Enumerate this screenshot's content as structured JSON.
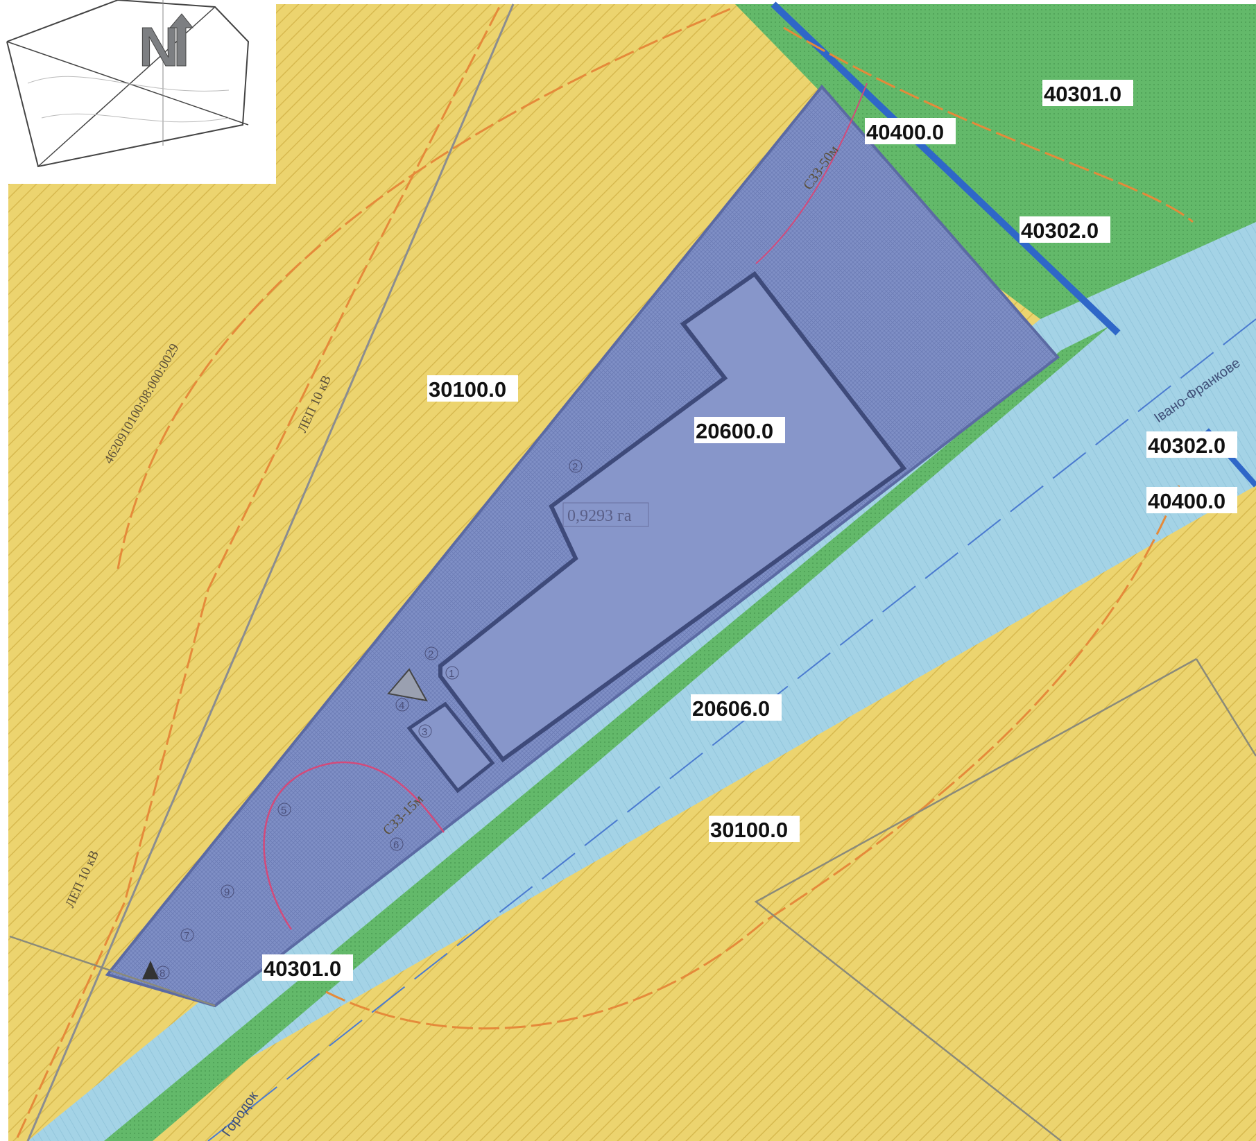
{
  "map": {
    "zone_labels": [
      "30100.0",
      "20600.0",
      "20606.0",
      "30100.0",
      "40400.0",
      "40301.0",
      "40302.0",
      "40302.0",
      "40400.0",
      "40301.0"
    ],
    "area_label": "0,9293 га",
    "cadastral_number": "4620910100:08:000:0029",
    "power_line_label_1": "ЛЕП 10 кВ",
    "power_line_label_2": "ЛЕП 10 кВ",
    "sanitary_zone_50": "СЗЗ-50м",
    "sanitary_zone_15": "СЗЗ-15м",
    "road_label_east": "Івано-Франкове",
    "road_label_west": "Городок",
    "site_markers": [
      "1",
      "2",
      "2",
      "3",
      "4",
      "5",
      "6",
      "7",
      "8",
      "9"
    ],
    "compass_letter": "N",
    "colors": {
      "agricultural": "#ead06c",
      "industrial": "#8c9acc",
      "road": "#9fcde0",
      "green": "#5fba5f",
      "water_line": "#2f67c8",
      "power_line": "#e58a3a",
      "boundary": "#d34a7a"
    }
  }
}
